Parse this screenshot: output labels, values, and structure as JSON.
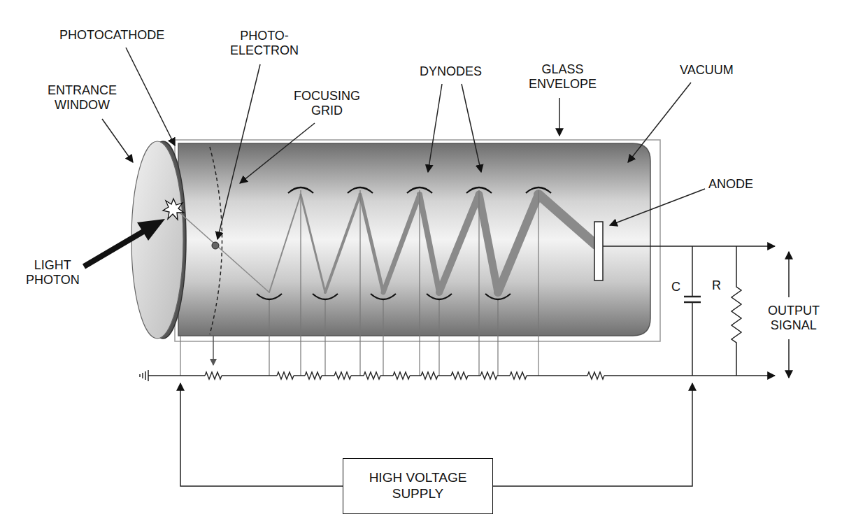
{
  "diagram": {
    "nodes": [
      {
        "text": [
          "HIGH VOLTAGE SUPPLY"
        ]
      }
    ],
    "labels": [
      "PHOTOCATHODE",
      "PHOTO- ELECTRON",
      "ENTRANCE WINDOW",
      "FOCUSING GRID",
      "DYNODES",
      "GLASS ENVELOPE",
      "VACUUM",
      "LIGHT PHOTON",
      "ANODE",
      "C",
      "R",
      "OUTPUT SIGNAL"
    ]
  }
}
